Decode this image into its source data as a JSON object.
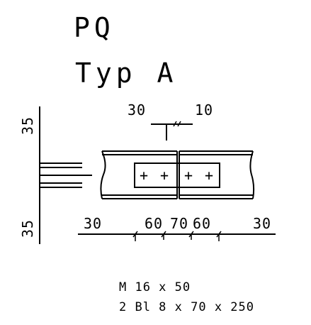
{
  "title": {
    "line1": "PQ",
    "line2": "Typ A"
  },
  "dimensions": {
    "left_top": "35",
    "left_bottom": "35",
    "gap_left": "30",
    "gap_right": "10",
    "bottom": [
      "30",
      "60",
      "70",
      "60",
      "30"
    ]
  },
  "bolt_marker": "+",
  "notes": {
    "bolt": "M 16 x 50",
    "plate": "2 Bl 8 x 70 x 250"
  }
}
